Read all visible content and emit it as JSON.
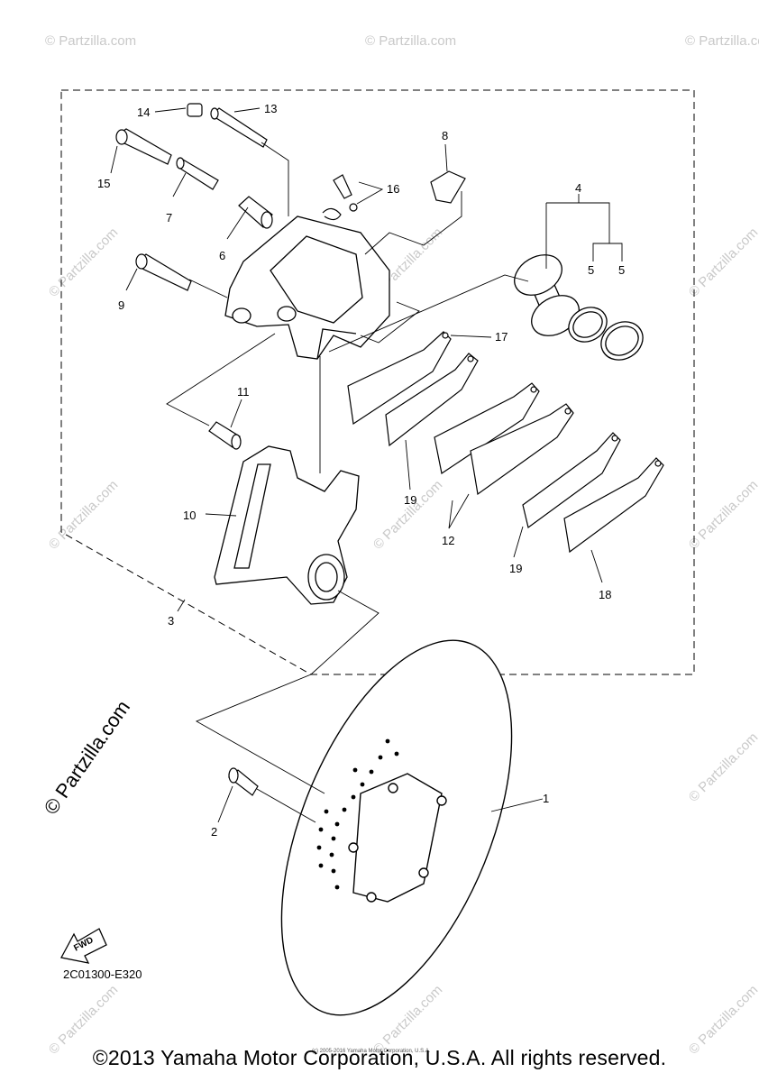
{
  "watermark": {
    "text": "© Partzilla.com",
    "repeat": "© Partzilla.com"
  },
  "diagram_code": "2C01300-E320",
  "tiny_copyright": "(c) 2005-2016 Yamaha Motor Corporation, U.S.A.",
  "footer": "©2013 Yamaha Motor Corporation, U.S.A. All rights reserved.",
  "fwd_label": "FWD",
  "callouts": {
    "c1": "1",
    "c2": "2",
    "c3": "3",
    "c4": "4",
    "c5a": "5",
    "c5b": "5",
    "c6": "6",
    "c7": "7",
    "c8": "8",
    "c9": "9",
    "c10": "10",
    "c11": "11",
    "c12": "12",
    "c13": "13",
    "c14": "14",
    "c15": "15",
    "c16": "16",
    "c17": "17",
    "c18": "18",
    "c19a": "19",
    "c19b": "19"
  }
}
